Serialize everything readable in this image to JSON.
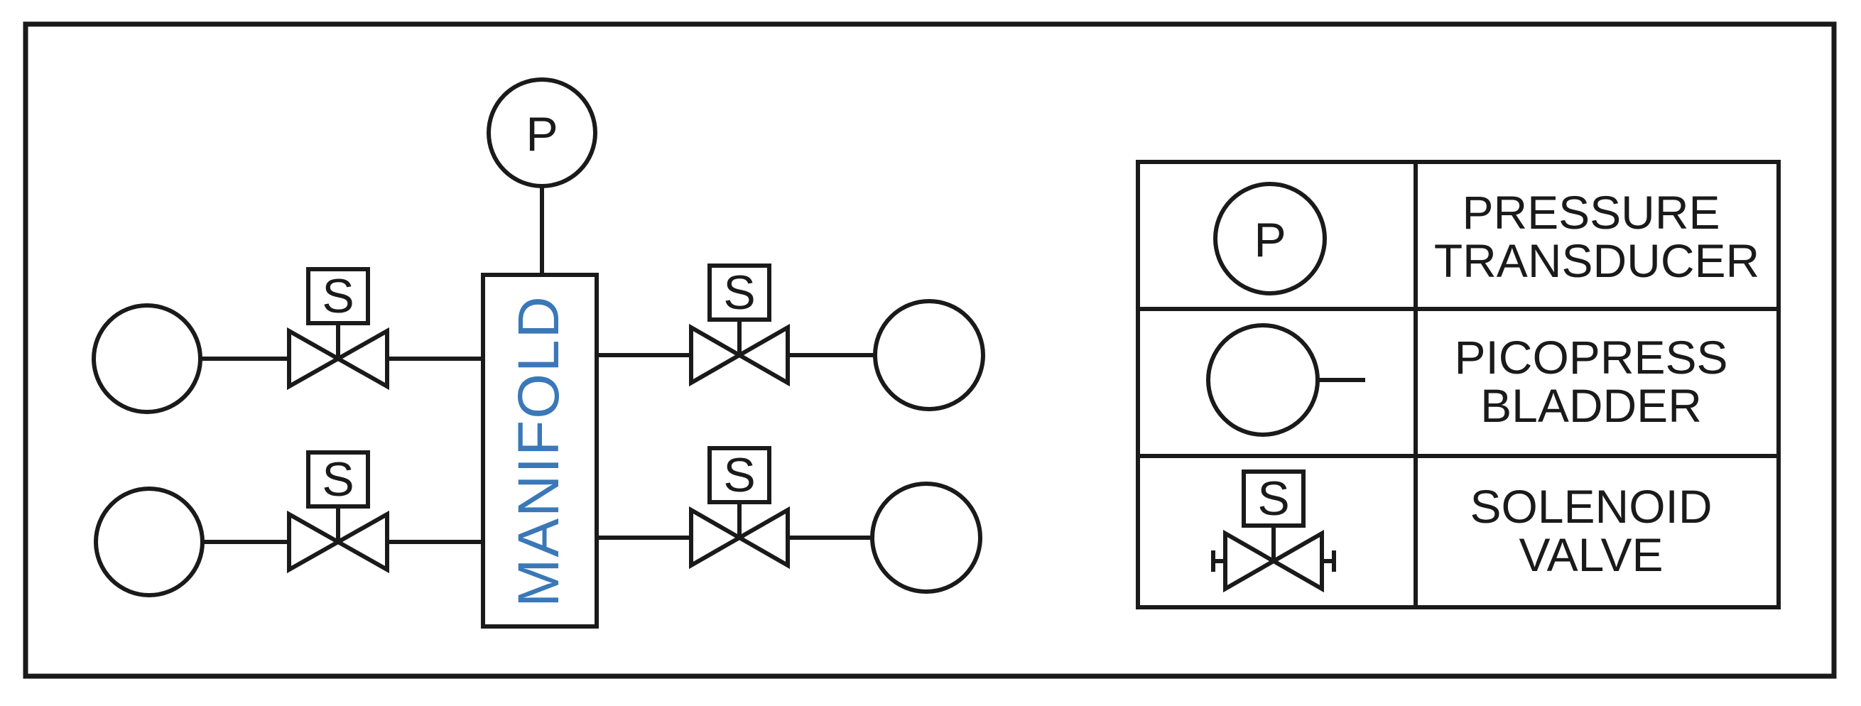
{
  "diagram": {
    "transducer_symbol": "P",
    "solenoid_symbol": "S",
    "manifold_label": "MANIFOLD",
    "manifold_label_color": "#3a78b8",
    "line_color": "#1a1a1a"
  },
  "legend": {
    "rows": [
      {
        "symbol": "P",
        "icon": "pressure-transducer-icon",
        "line1": "PRESSURE",
        "line2": "TRANSDUCER"
      },
      {
        "symbol": "",
        "icon": "picopress-bladder-icon",
        "line1": "PICOPRESS",
        "line2": "BLADDER"
      },
      {
        "symbol": "S",
        "icon": "solenoid-valve-icon",
        "line1": "SOLENOID",
        "line2": "VALVE"
      }
    ]
  }
}
